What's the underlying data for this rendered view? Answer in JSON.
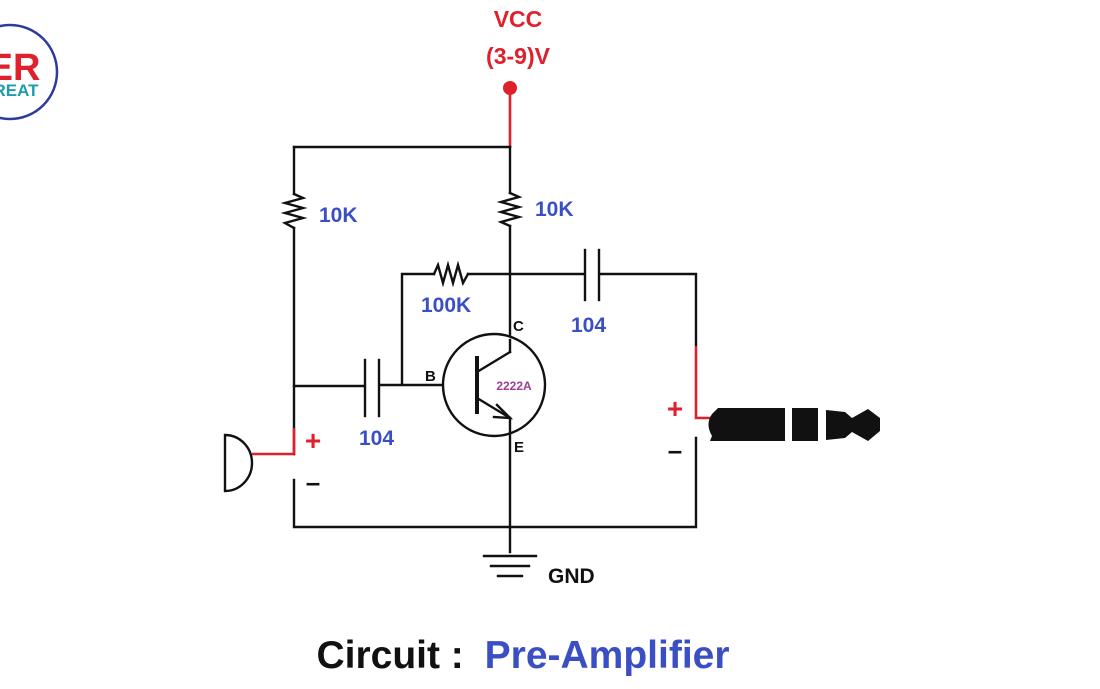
{
  "logo": {
    "line1": "ER",
    "line2": "REAT"
  },
  "supply": {
    "label": "VCC",
    "range": "(3-9)V"
  },
  "components": {
    "r_left": "10K",
    "r_collector": "10K",
    "r_feedback": "100K",
    "c_output": "104",
    "c_input": "104",
    "transistor": "2222A",
    "pin_b": "B",
    "pin_c": "C",
    "pin_e": "E"
  },
  "mic": {
    "plus": "+",
    "minus": "–"
  },
  "jack": {
    "plus": "+",
    "minus": "–"
  },
  "ground": "GND",
  "caption": {
    "prefix": "Circuit :",
    "name": "Pre-Amplifier"
  },
  "colors": {
    "wire": "#111111",
    "supply": "#e0202c",
    "label": "#3b4fc4",
    "transistor_text": "#a23a9a",
    "caption_accent": "#3b4fc4"
  }
}
